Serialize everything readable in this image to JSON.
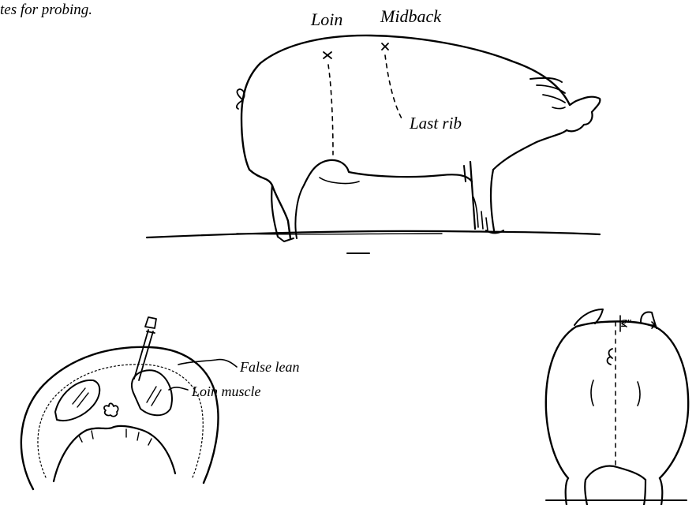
{
  "figure": {
    "caption_fragment": "tes for probing.",
    "pig_side_view": {
      "label_loin": "Loin",
      "label_midback": "Midback",
      "label_last_rib": "Last rib"
    },
    "loin_cross_section": {
      "label_false_lean": "False lean",
      "label_loin_muscle": "Loin muscle"
    },
    "pig_rear_view": {
      "width_marker": "2\""
    }
  }
}
